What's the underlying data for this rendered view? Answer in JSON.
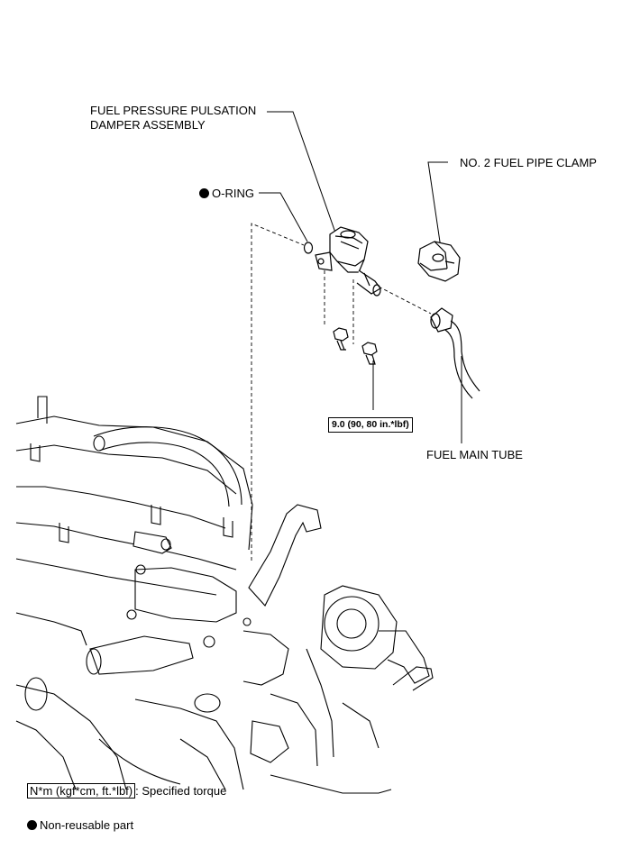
{
  "callouts": {
    "damper_line1": "FUEL PRESSURE PULSATION",
    "damper_line2": "DAMPER ASSEMBLY",
    "o_ring": "O-RING",
    "clamp": "NO. 2 FUEL PIPE CLAMP",
    "torque": "9.0 (90, 80 in.*lbf)",
    "main_tube": "FUEL MAIN TUBE"
  },
  "legend": {
    "torque_units": "N*m (kgf*cm, ft.*lbf)",
    "torque_desc": ": Specified torque",
    "non_reusable": "Non-reusable part"
  },
  "colors": {
    "line": "#000000",
    "background": "#ffffff"
  }
}
